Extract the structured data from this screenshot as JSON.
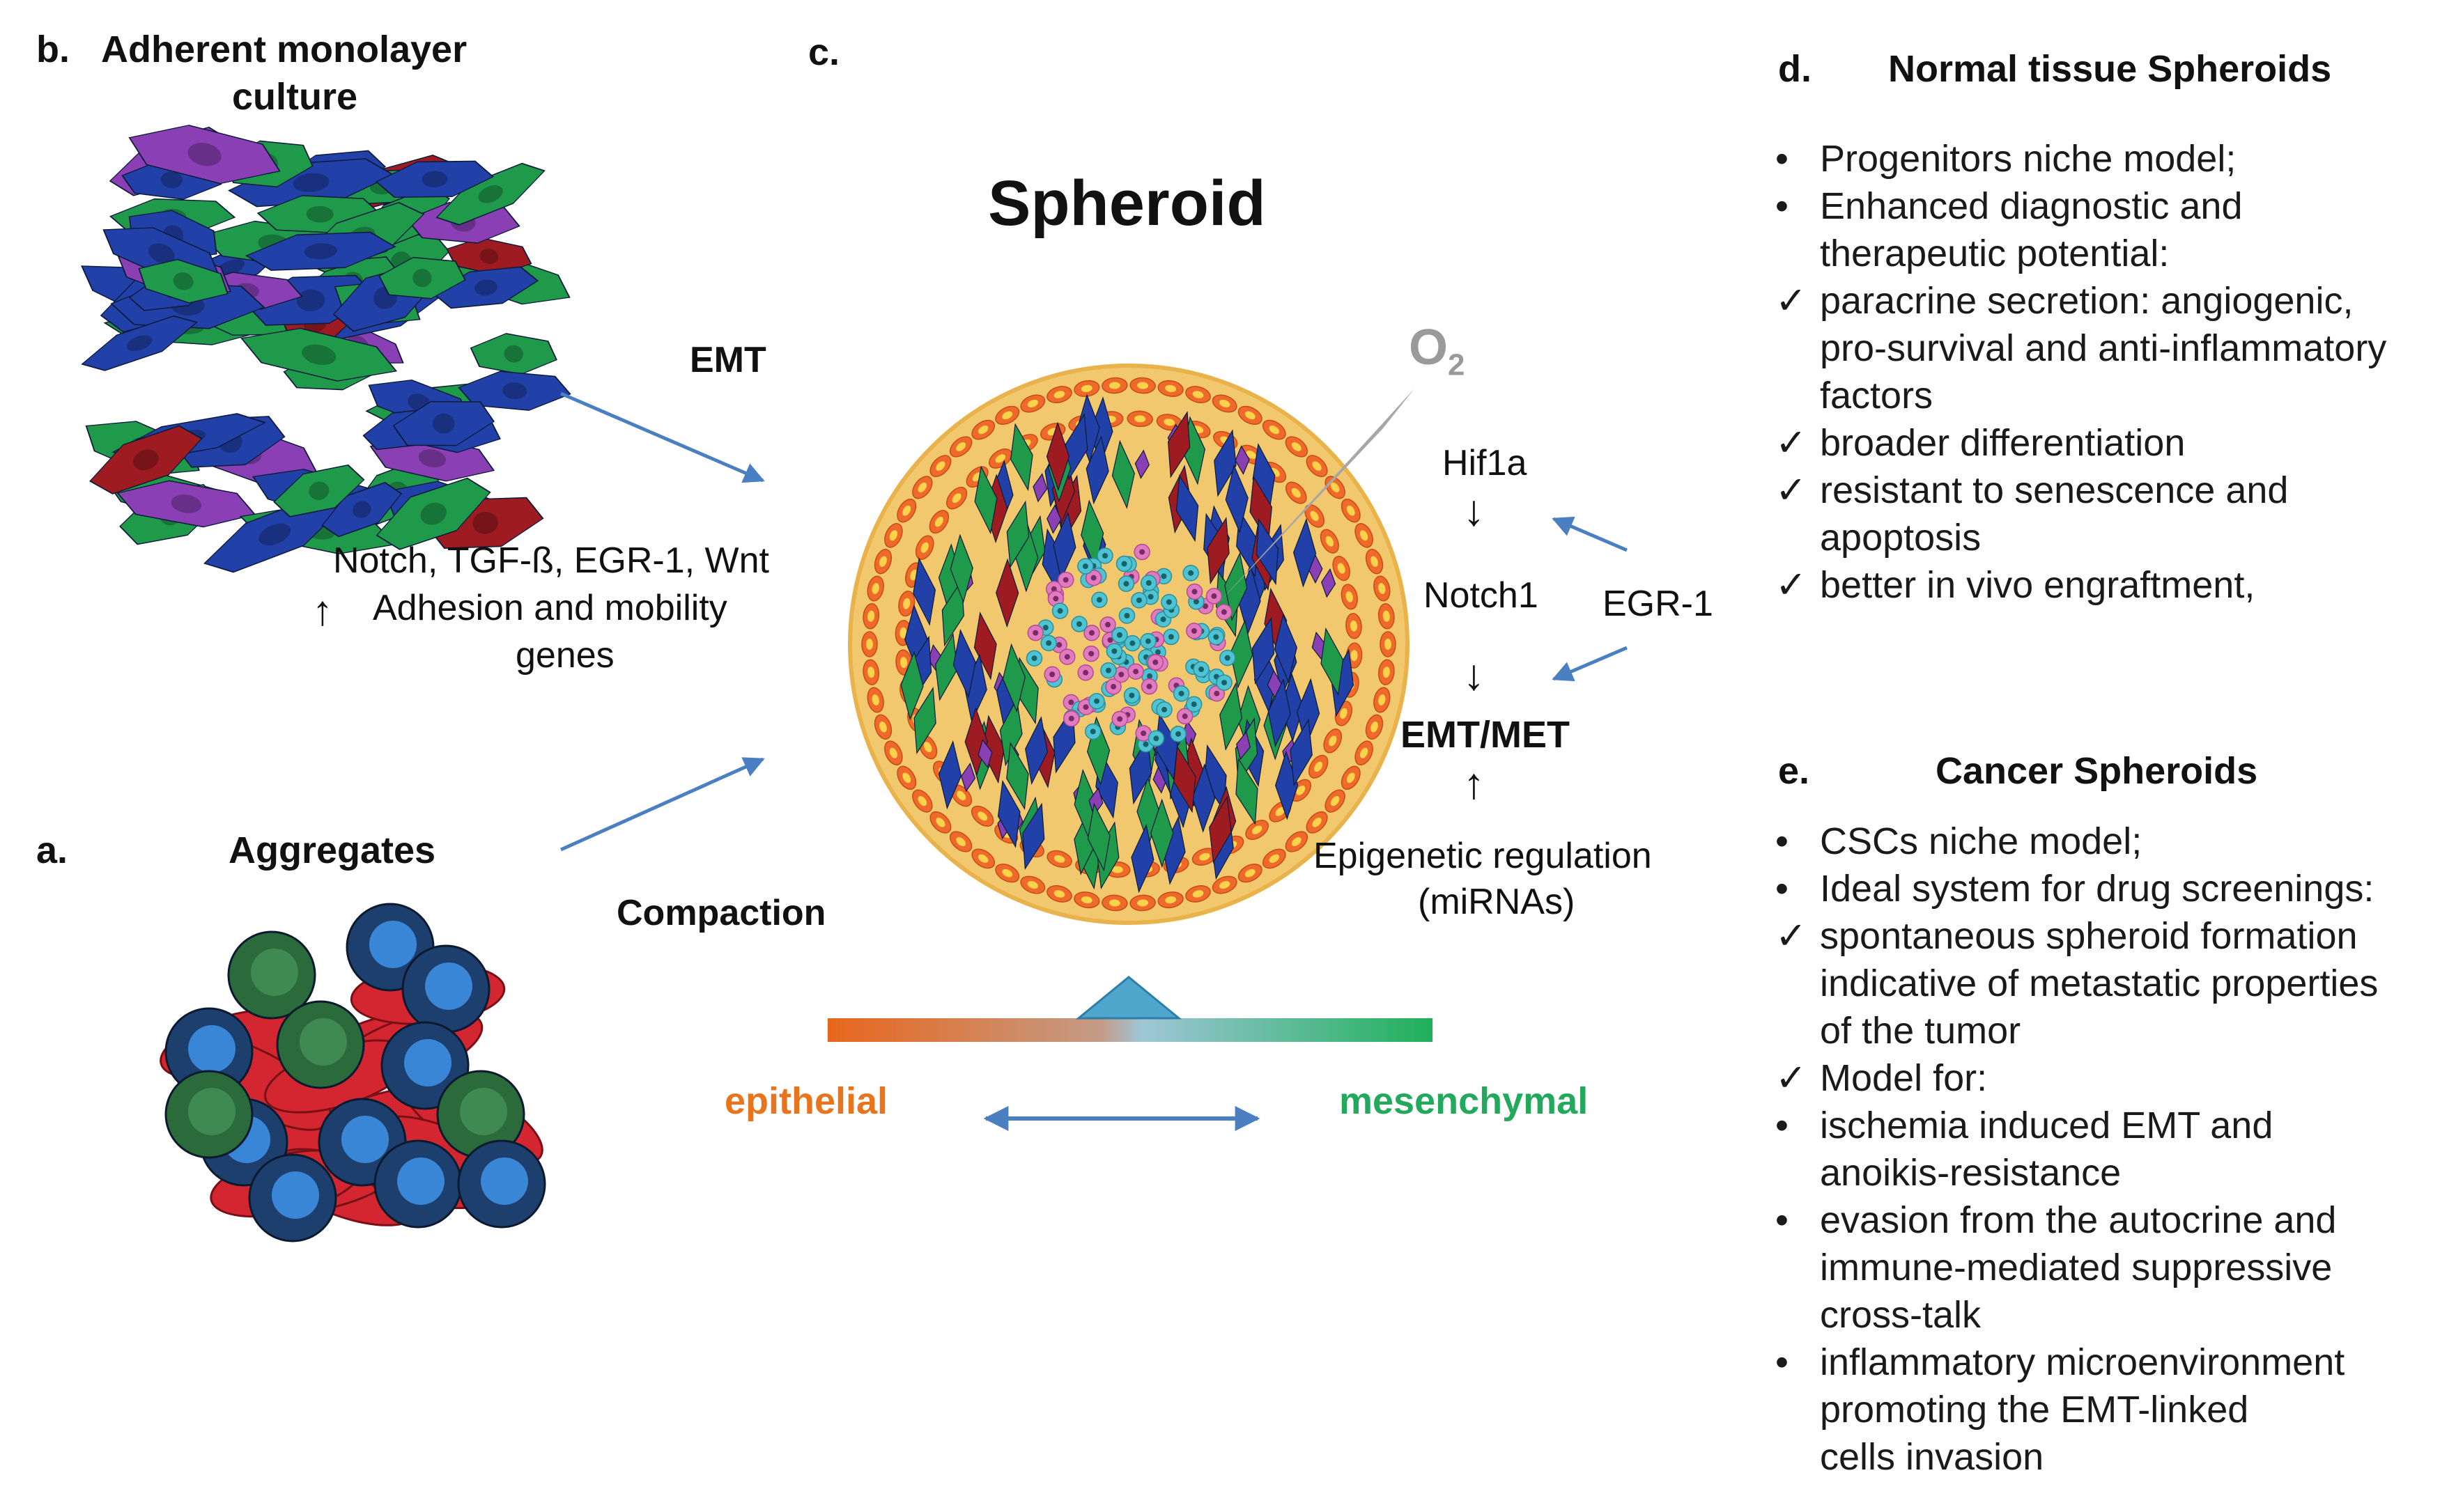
{
  "panels": {
    "b": {
      "letter": "b.",
      "title_line1": "Adherent monolayer",
      "title_line2": "culture"
    },
    "c": {
      "letter": "c.",
      "title": "Spheroid"
    },
    "a": {
      "letter": "a.",
      "title": "Aggregates"
    },
    "d": {
      "letter": "d.",
      "title": "Normal tissue Spheroids"
    },
    "e": {
      "letter": "e.",
      "title": "Cancer Spheroids"
    }
  },
  "labels": {
    "emt": "EMT",
    "compaction": "Compaction",
    "genes_line1": "Notch, TGF-ß,  EGR-1, Wnt",
    "genes_line2": "Adhesion and mobility",
    "genes_line3": "genes",
    "up_arrow": "↑",
    "o2_main": "O",
    "o2_sub": "2",
    "hif1a": "Hif1a",
    "notch1": "Notch1",
    "egr1": "EGR-1",
    "emt_met": "EMT/MET",
    "epigenetic_line1": "Epigenetic regulation",
    "epigenetic_line2": "(miRNAs)",
    "down_arrow": "↓",
    "epithelial": "epithelial",
    "mesenchymal": "mesenchymal"
  },
  "normal_list": [
    {
      "marker": "•",
      "lines": [
        "Progenitors niche model;"
      ]
    },
    {
      "marker": "•",
      "lines": [
        "Enhanced diagnostic and",
        "therapeutic potential:"
      ]
    },
    {
      "marker": "✓",
      "lines": [
        "paracrine secretion: angiogenic,",
        "pro-survival and anti-inflammatory",
        "factors"
      ]
    },
    {
      "marker": "✓",
      "lines": [
        "broader differentiation"
      ]
    },
    {
      "marker": "✓",
      "lines": [
        "resistant to senescence and",
        "apoptosis"
      ]
    },
    {
      "marker": "✓",
      "lines": [
        "better in vivo engraftment,"
      ]
    }
  ],
  "cancer_list": [
    {
      "marker": "•",
      "lines": [
        "CSCs niche model;"
      ]
    },
    {
      "marker": "•",
      "lines": [
        "Ideal system for drug screenings:"
      ]
    },
    {
      "marker": "✓",
      "lines": [
        "spontaneous spheroid formation",
        "indicative of metastatic properties",
        "of the tumor"
      ]
    },
    {
      "marker": "✓",
      "lines": [
        "Model for:"
      ]
    },
    {
      "marker": "•",
      "lines": [
        "ischemia induced EMT and",
        "anoikis-resistance"
      ]
    },
    {
      "marker": "•",
      "lines": [
        "evasion from the autocrine and",
        "immune-mediated suppressive",
        "cross-talk"
      ]
    },
    {
      "marker": "•",
      "lines": [
        "inflammatory microenvironment",
        "promoting the EMT-linked",
        "cells invasion"
      ]
    }
  ],
  "colors": {
    "green_cell": "#1f9a4b",
    "blue_cell": "#2140a8",
    "purple_cell": "#8a3fb5",
    "red_cell": "#9e1b22",
    "spheroid_bg": "#f2c86e",
    "rim_cell": "#ef6a2a",
    "core_cyan": "#4fc3d2",
    "core_pink": "#e17bbf",
    "arrow_blue": "#4a7fc1",
    "epithelial_orange": "#e8741e",
    "mesenchymal_green": "#23a95b",
    "aggregate_red": "#d32630",
    "aggregate_navy": "#1d3f6e",
    "aggregate_green": "#2b6a3a"
  }
}
